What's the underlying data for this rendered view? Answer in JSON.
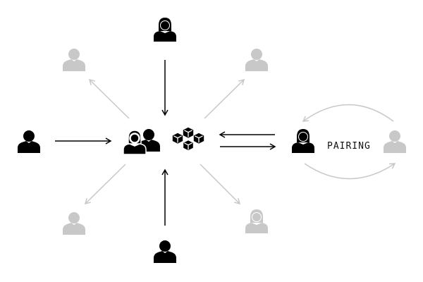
{
  "pairing_label": "PAIRING",
  "colors": {
    "active": "#000000",
    "inactive": "#c8c8c8",
    "arrow_inactive": "#c8c8c8"
  },
  "nodes": [
    {
      "id": "top-person",
      "icon": "person-female-icon",
      "state": "active"
    },
    {
      "id": "left-person",
      "icon": "person-male-icon",
      "state": "active"
    },
    {
      "id": "bottom-person",
      "icon": "person-male-icon",
      "state": "active"
    },
    {
      "id": "top-left-person",
      "icon": "person-male-icon",
      "state": "inactive"
    },
    {
      "id": "top-right-person",
      "icon": "person-male-icon",
      "state": "inactive"
    },
    {
      "id": "bottom-left-person",
      "icon": "person-male-icon",
      "state": "inactive"
    },
    {
      "id": "bottom-right-person",
      "icon": "person-female-icon",
      "state": "inactive"
    },
    {
      "id": "center-group",
      "icon": "users-group-icon",
      "state": "active"
    },
    {
      "id": "center-cubes",
      "icon": "cubes-icon",
      "state": "active"
    },
    {
      "id": "pair-person-active",
      "icon": "person-female-icon",
      "state": "active"
    },
    {
      "id": "pair-person-inactive",
      "icon": "person-male-icon",
      "state": "inactive"
    }
  ]
}
